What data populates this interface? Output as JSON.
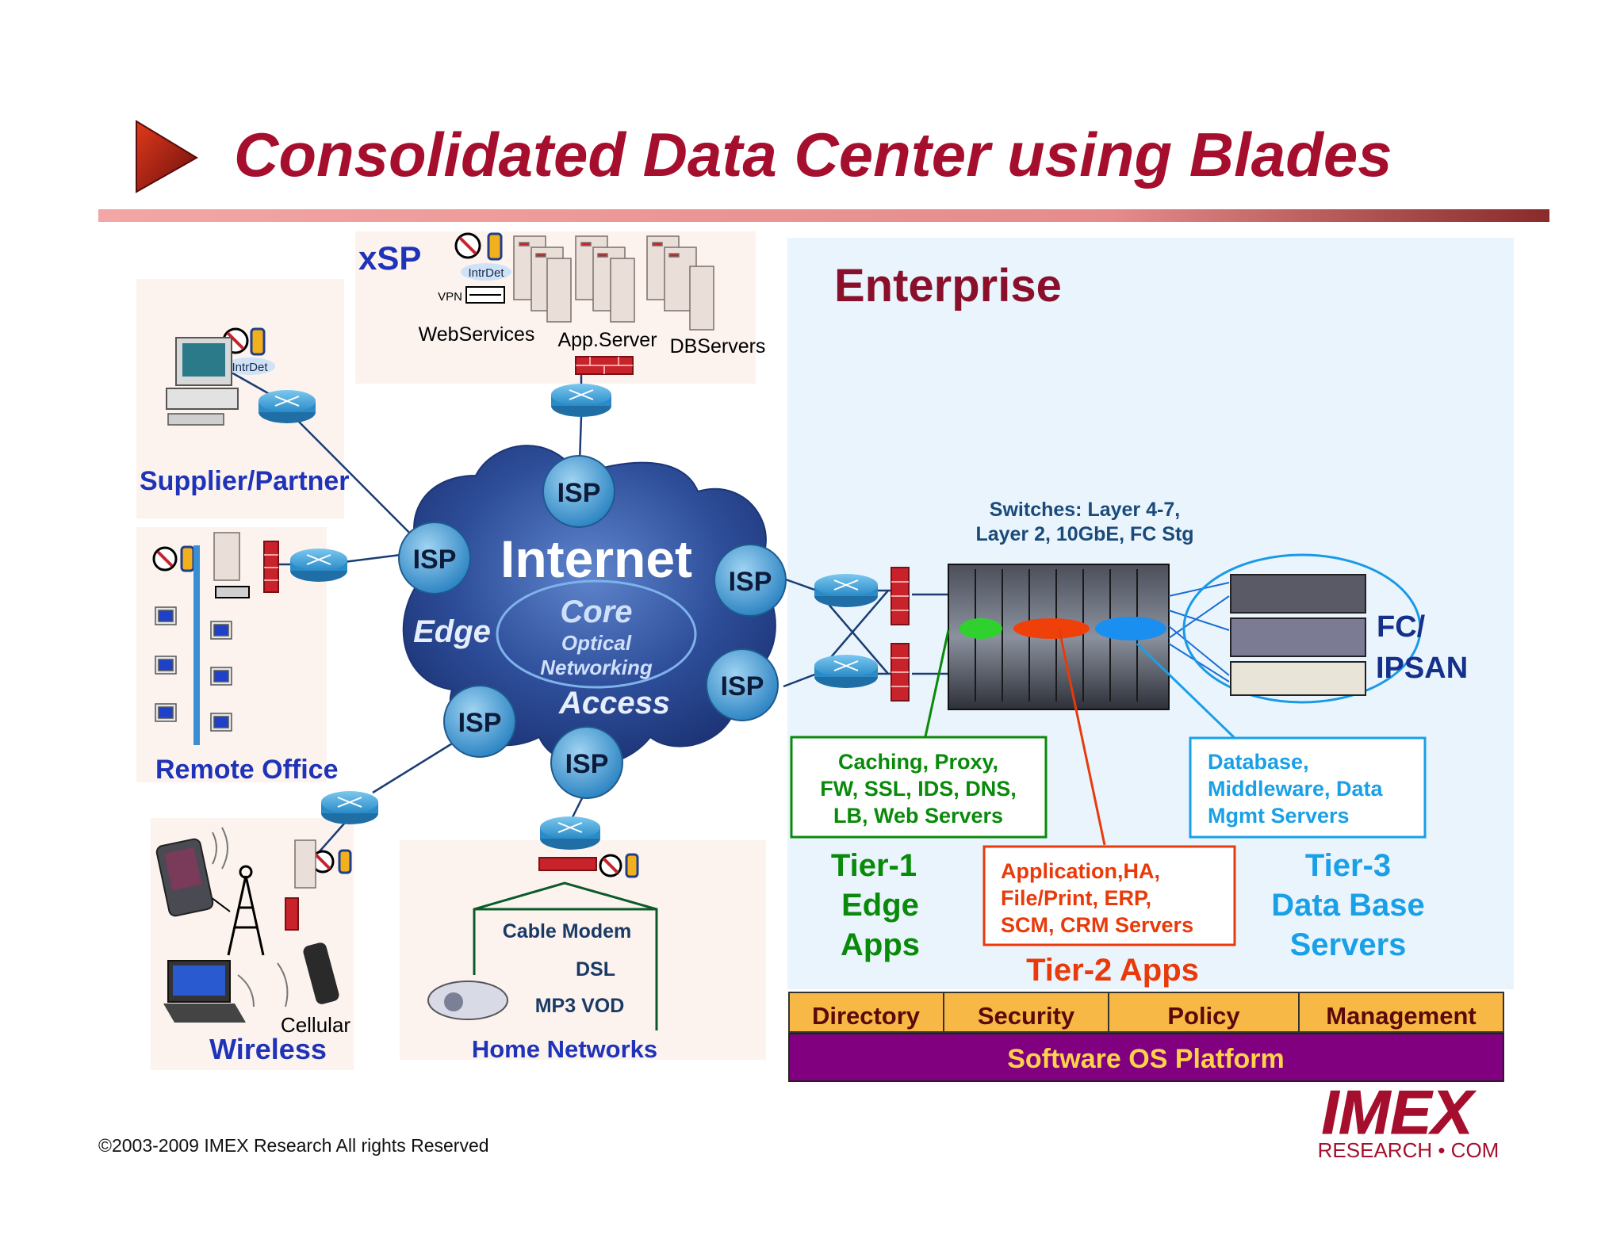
{
  "slide": {
    "title": "Consolidated Data Center using Blades",
    "copyright": "©2003-2009  IMEX Research All rights Reserved",
    "logo": {
      "wordmark": "IMEX",
      "subline": "RESEARCH • COM"
    }
  },
  "colors": {
    "title": "#a50f2d",
    "label_blue": "#1f33b8",
    "enterprise_bg": "#eaf4fd",
    "cloud": "#3a5ba6",
    "isp_node": "#58a9d9",
    "green": "#0a8a0a",
    "red": "#e83a0a",
    "cyan": "#1aa0e6",
    "purple_bar": "#800080",
    "orange_bar": "#f8b845",
    "platform_text": "#ffd24a"
  },
  "xsp": {
    "heading": "xSP",
    "intrdet": "IntrDet",
    "vpn": "VPN",
    "web_services": "WebServices",
    "app_server": "App.Server",
    "db_servers": "DBServers"
  },
  "supplier": {
    "heading": "Supplier/Partner",
    "intrdet": "IntrDet"
  },
  "remote_office": {
    "heading": "Remote Office"
  },
  "wireless": {
    "heading": "Wireless",
    "cellular": "Cellular"
  },
  "home": {
    "heading": "Home Networks",
    "items": [
      "Cable Modem",
      "DSL",
      "MP3  VOD"
    ]
  },
  "internet": {
    "title": "Internet",
    "edge": "Edge",
    "core": "Core",
    "optical": "Optical",
    "networking": "Networking",
    "access": "Access",
    "isp_label": "ISP"
  },
  "enterprise": {
    "heading": "Enterprise",
    "switches_line1": "Switches: Layer 4-7,",
    "switches_line2": "Layer 2, 10GbE,  FC Stg",
    "fc_line1": "FC/",
    "fc_line2": "IPSAN",
    "tier1_box": [
      "Caching, Proxy,",
      "FW, SSL, IDS, DNS,",
      "LB, Web Servers"
    ],
    "tier1_label": [
      "Tier-1",
      "Edge",
      "Apps"
    ],
    "tier2_box": [
      "Application,HA,",
      "File/Print, ERP,",
      "SCM, CRM Servers"
    ],
    "tier2_label": "Tier-2 Apps",
    "tier3_box": [
      "Database,",
      "Middleware, Data",
      "Mgmt Servers"
    ],
    "tier3_label": [
      "Tier-3",
      "Data Base",
      "Servers"
    ],
    "services": [
      "Directory",
      "Security",
      "Policy",
      "Management"
    ],
    "platform": "Software OS Platform"
  }
}
